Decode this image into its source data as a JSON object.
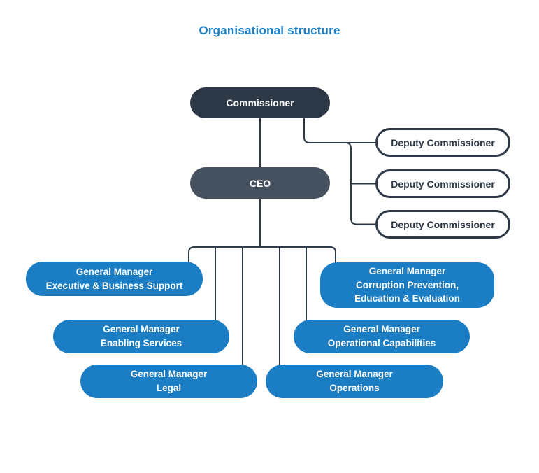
{
  "title": "Organisational structure",
  "colors": {
    "accent_blue": "#1b7ec5",
    "dark_navy": "#2c3845",
    "slate": "#45515f",
    "connector": "#2e3a47",
    "background": "#ffffff"
  },
  "nodes": {
    "commissioner": {
      "label": "Commissioner"
    },
    "ceo": {
      "label": "CEO"
    },
    "deputies": [
      {
        "label": "Deputy Commissioner"
      },
      {
        "label": "Deputy Commissioner"
      },
      {
        "label": "Deputy Commissioner"
      }
    ],
    "general_managers": [
      {
        "lines": [
          "General Manager",
          "Executive & Business Support"
        ]
      },
      {
        "lines": [
          "General Manager",
          "Corruption Prevention,",
          "Education & Evaluation"
        ]
      },
      {
        "lines": [
          "General Manager",
          "Enabling Services"
        ]
      },
      {
        "lines": [
          "General Manager",
          "Operational Capabilities"
        ]
      },
      {
        "lines": [
          "General Manager",
          "Legal"
        ]
      },
      {
        "lines": [
          "General Manager",
          "Operations"
        ]
      }
    ]
  }
}
